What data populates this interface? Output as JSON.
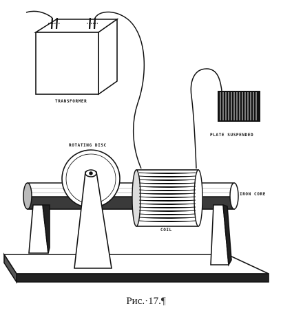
{
  "labels": {
    "transformer": "TRANSFORMER",
    "plate": "PLATE SUSPENDED",
    "disc": "ROTATING DISC",
    "core": "IRON CORE",
    "coil": "COIL"
  },
  "caption": {
    "text": "Рис.·17.",
    "mark": "¶"
  },
  "colors": {
    "ink": "#111111",
    "paper": "#ffffff"
  }
}
